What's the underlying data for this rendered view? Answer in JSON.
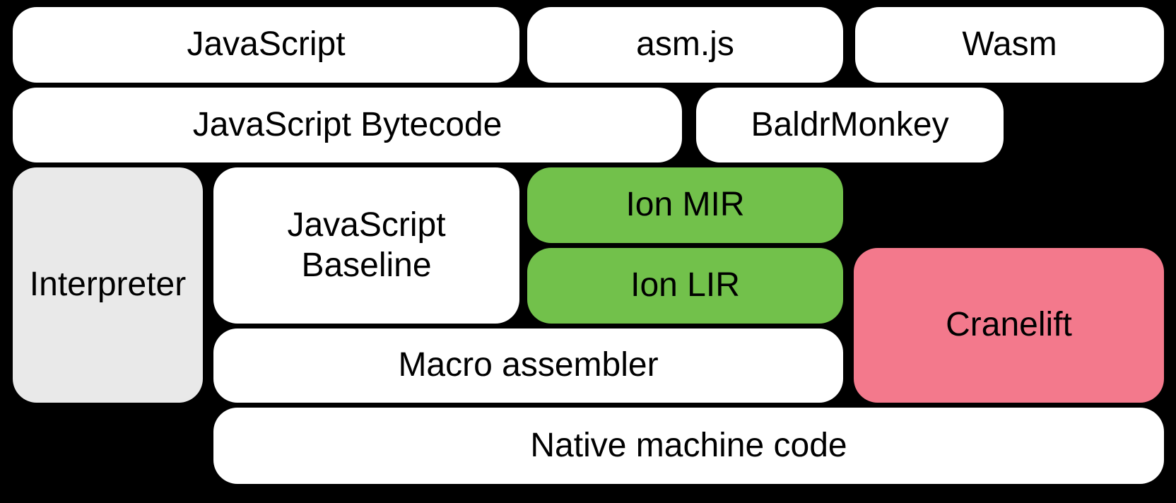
{
  "diagram": {
    "background_color": "#000000",
    "colors": {
      "white_box": "#ffffff",
      "gray_box": "#e9e9e9",
      "green_box": "#72c14b",
      "pink_box": "#f3798c",
      "text": "#000000"
    },
    "boxes": {
      "javascript": {
        "label": "JavaScript",
        "fill": "white"
      },
      "asm_js": {
        "label": "asm.js",
        "fill": "white"
      },
      "wasm": {
        "label": "Wasm",
        "fill": "white"
      },
      "javascript_bytecode": {
        "label": "JavaScript Bytecode",
        "fill": "white"
      },
      "baldrmonkey": {
        "label": "BaldrMonkey",
        "fill": "white"
      },
      "interpreter": {
        "label": "Interpreter",
        "fill": "gray"
      },
      "javascript_baseline": {
        "label_line1": "JavaScript",
        "label_line2": "Baseline",
        "fill": "white"
      },
      "ion_mir": {
        "label": "Ion MIR",
        "fill": "green"
      },
      "ion_lir": {
        "label": "Ion LIR",
        "fill": "green"
      },
      "cranelift": {
        "label": "Cranelift",
        "fill": "pink"
      },
      "macro_assembler": {
        "label": "Macro assembler",
        "fill": "white"
      },
      "native_machine_code": {
        "label": "Native machine code",
        "fill": "white"
      }
    }
  }
}
